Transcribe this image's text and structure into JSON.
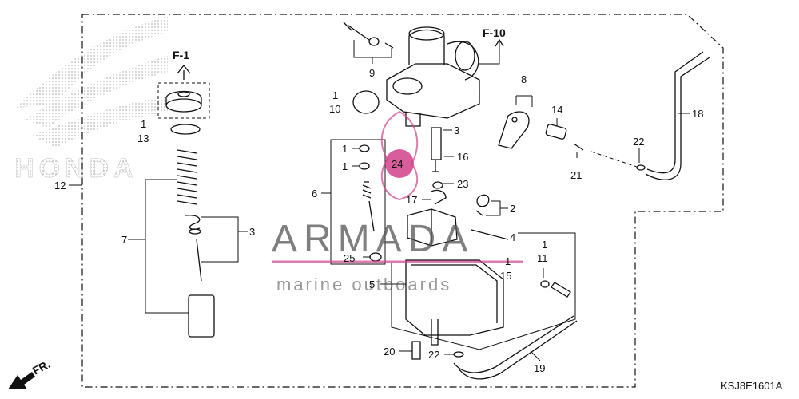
{
  "diagram": {
    "code": "KSJ8E1601A",
    "refs": {
      "f1": "F-1",
      "f10": "F-10",
      "fr": "FR."
    },
    "brand": "HONDA",
    "watermark": {
      "title": "ARMADA",
      "subtitle": "marine outboards"
    },
    "callouts": {
      "c1a": "1",
      "c13": "13",
      "c12": "12",
      "c7": "7",
      "c3a": "3",
      "c9": "9",
      "c1b": "1",
      "c10": "10",
      "c8": "8",
      "c3b": "3",
      "c1c": "1",
      "c1d": "1",
      "c6": "6",
      "c24": "24",
      "c16": "16",
      "c23": "23",
      "c17": "17",
      "c14": "14",
      "c21": "21",
      "c22a": "22",
      "c18": "18",
      "c2": "2",
      "c4": "4",
      "c25": "25",
      "c1e": "1",
      "c11": "11",
      "c1f": "1",
      "c15": "15",
      "c5": "5",
      "c20": "20",
      "c22b": "22",
      "c19": "19"
    }
  },
  "colors": {
    "line": "#111111",
    "watermark_pink": "#d1428a",
    "logo_dots": "#b8b8b8",
    "watermark_gray": "#555555"
  }
}
